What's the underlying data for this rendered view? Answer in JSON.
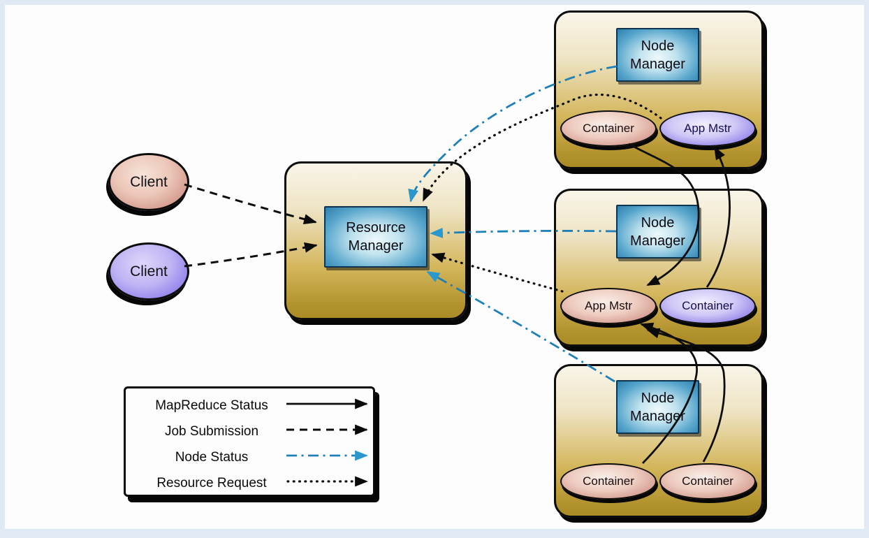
{
  "clients": [
    {
      "label": "Client",
      "color": "#c98c82"
    },
    {
      "label": "Client",
      "color": "#7d6ce4"
    }
  ],
  "resource_manager": {
    "title": [
      "Resource",
      "Manager"
    ]
  },
  "nodes": [
    {
      "title": [
        "Node",
        "Manager"
      ],
      "ellipses": [
        {
          "label": "Container",
          "color": "pink"
        },
        {
          "label": "App Mstr",
          "color": "purple"
        }
      ]
    },
    {
      "title": [
        "Node",
        "Manager"
      ],
      "ellipses": [
        {
          "label": "App Mstr",
          "color": "pink"
        },
        {
          "label": "Container",
          "color": "purple"
        }
      ]
    },
    {
      "title": [
        "Node",
        "Manager"
      ],
      "ellipses": [
        {
          "label": "Container",
          "color": "pink"
        },
        {
          "label": "Container",
          "color": "pink"
        }
      ]
    }
  ],
  "legend": {
    "items": [
      {
        "label": "MapReduce Status",
        "line_style": "solid",
        "color": "#0d0d0d"
      },
      {
        "label": "Job Submission",
        "line_style": "dashed",
        "color": "#0d0d0d"
      },
      {
        "label": "Node Status",
        "line_style": "dash-dot",
        "color": "#1f80b8"
      },
      {
        "label": "Resource Request",
        "line_style": "dotted",
        "color": "#0d0d0d"
      }
    ]
  },
  "connections": [
    {
      "from": "client-1",
      "to": "resource-manager",
      "type": "job-submission"
    },
    {
      "from": "client-2",
      "to": "resource-manager",
      "type": "job-submission"
    },
    {
      "from": "node-1-node-manager",
      "to": "resource-manager",
      "type": "node-status"
    },
    {
      "from": "node-2-node-manager",
      "to": "resource-manager",
      "type": "node-status"
    },
    {
      "from": "node-3-node-manager",
      "to": "resource-manager",
      "type": "node-status"
    },
    {
      "from": "node-1-app-mstr",
      "to": "resource-manager",
      "type": "resource-request"
    },
    {
      "from": "node-2-app-mstr",
      "to": "resource-manager",
      "type": "resource-request"
    },
    {
      "from": "node-1-container",
      "to": "node-2-app-mstr",
      "type": "mapreduce-status"
    },
    {
      "from": "node-2-container",
      "to": "node-1-app-mstr",
      "type": "mapreduce-status"
    },
    {
      "from": "node-3-container-1",
      "to": "node-2-app-mstr",
      "type": "mapreduce-status"
    },
    {
      "from": "node-3-container-2",
      "to": "node-2-app-mstr",
      "type": "mapreduce-status"
    }
  ]
}
